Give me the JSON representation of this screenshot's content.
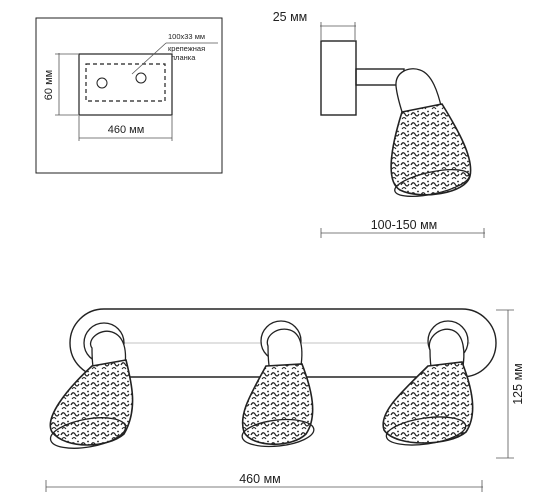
{
  "mount_plate": {
    "plate_size": "100x33 мм",
    "plate_name_line1": "крепежная",
    "plate_name_line2": "планка",
    "height": "60 мм",
    "width": "460 мм"
  },
  "side_view": {
    "wall_offset": "25 мм",
    "reach": "100-150  мм"
  },
  "front_view": {
    "height": "125 мм",
    "width": "460  мм"
  }
}
